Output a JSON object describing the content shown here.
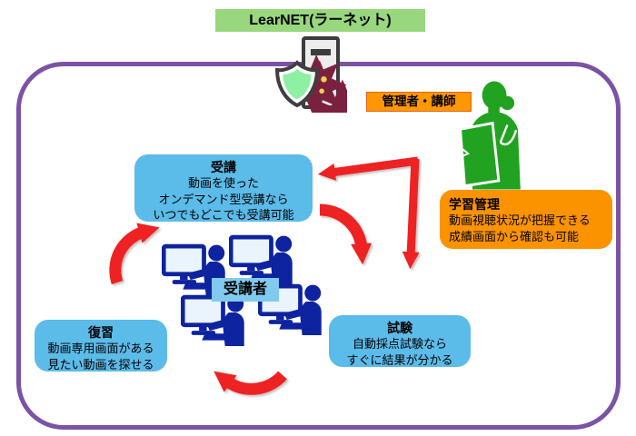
{
  "title": "LearNET(ラーネット)",
  "admin_label": "管理者・講師",
  "students_label": "受講者",
  "boxes": {
    "attend": {
      "title": "受講",
      "lines": [
        "動画を使った",
        "オンデマンド型受講なら",
        "いつでもどこでも受講可能"
      ]
    },
    "exam": {
      "title": "試験",
      "lines": [
        "自動採点試験なら",
        "すぐに結果が分かる"
      ]
    },
    "review": {
      "title": "復習",
      "lines": [
        "動画専用画面がある",
        "見たい動画を探せる"
      ]
    },
    "management": {
      "title": "学習管理",
      "lines": [
        "動画視聴状況が把握できる",
        "成績画面から確認も可能"
      ]
    }
  },
  "icons": {
    "server": "server-icon",
    "shield": "security-shield-icon",
    "virus": "virus-icon",
    "instructor": "instructor-person-icon",
    "student": "student-at-computer-icon"
  },
  "colors": {
    "boundary_purple": "#7b53a5",
    "title_green": "#98d77d",
    "node_blue": "#5bbbe9",
    "students_label_blue": "#80caf0",
    "orange": "#fb9300",
    "admin_orange": "#ff9800",
    "arrow_red": "#ee2222",
    "person_green": "#21a321",
    "icon_navy": "#0e23a0",
    "virus_maroon": "#7c2040",
    "shield_green": "#8df0a2"
  }
}
